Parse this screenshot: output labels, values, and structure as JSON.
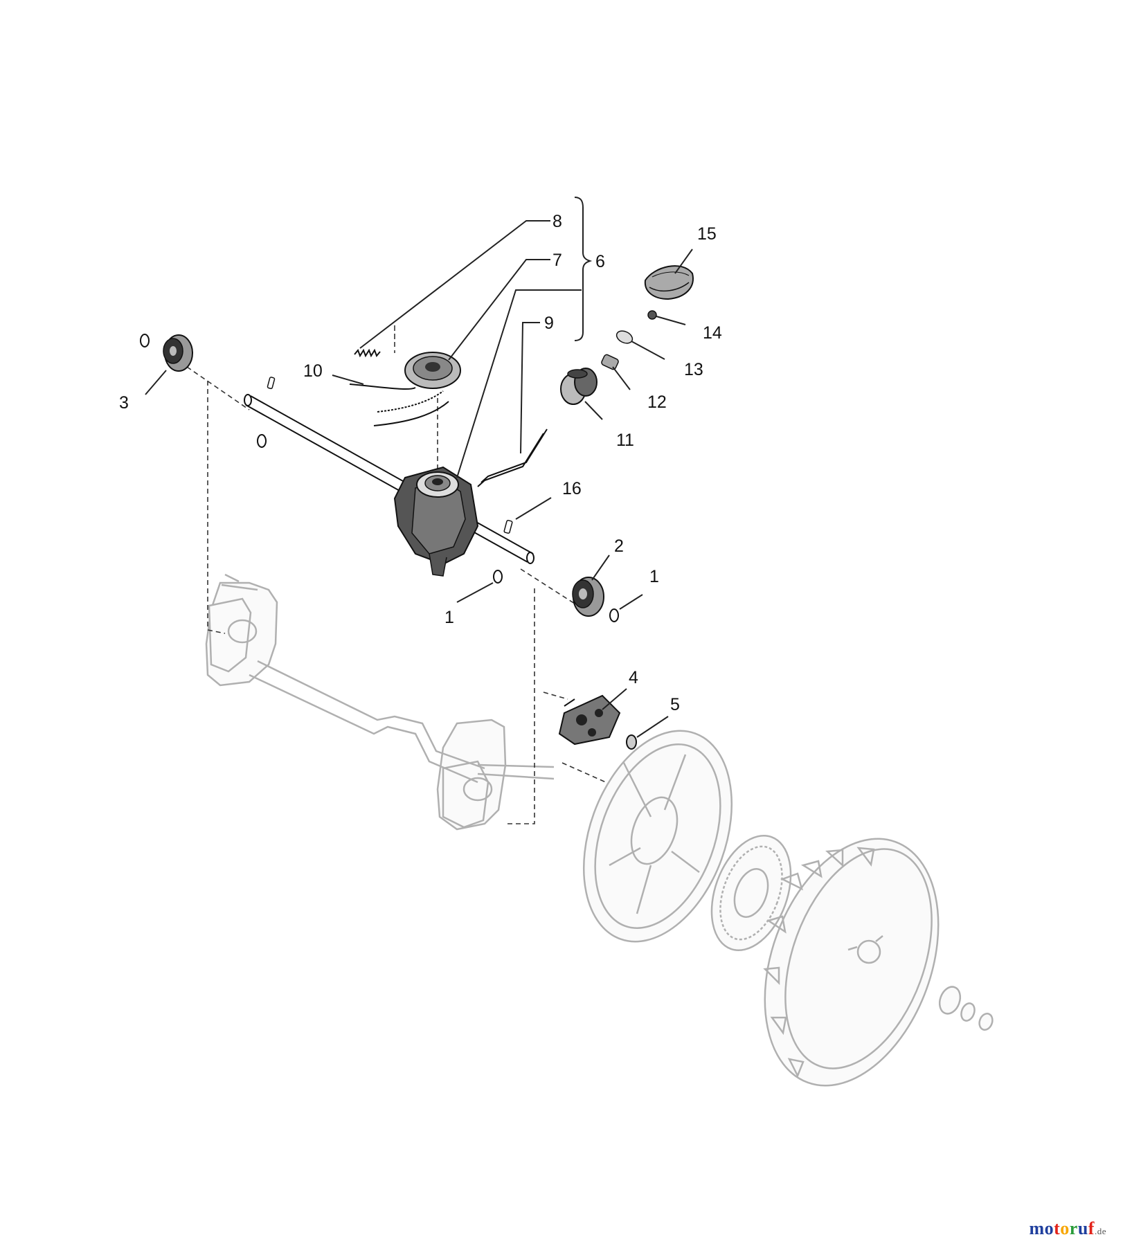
{
  "labels": {
    "p1a": "1",
    "p1b": "1",
    "p2": "2",
    "p3": "3",
    "p4": "4",
    "p5": "5",
    "p6": "6",
    "p7": "7",
    "p8": "8",
    "p9": "9",
    "p10": "10",
    "p11": "11",
    "p12": "12",
    "p13": "13",
    "p14": "14",
    "p15": "15",
    "p16": "16"
  },
  "watermark": {
    "letters": [
      "m",
      "o",
      "t",
      "o",
      "r",
      "u",
      "f"
    ],
    "colors": [
      "#1f3f9e",
      "#1f3f9e",
      "#e2231a",
      "#f7a600",
      "#2a9d3a",
      "#1f3f9e",
      "#e2231a"
    ],
    "tld": ".de"
  }
}
